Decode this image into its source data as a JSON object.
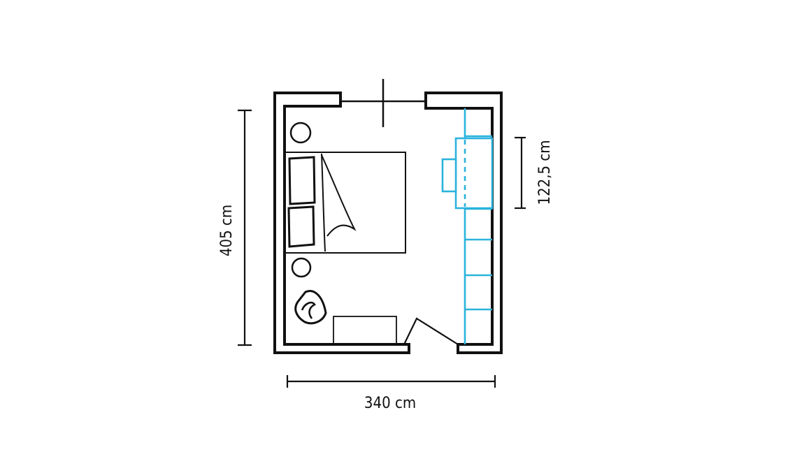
{
  "dimensions": {
    "height_label": "405 cm",
    "width_label": "340 cm",
    "wardrobe_label": "122,5 cm"
  },
  "colors": {
    "line": "#111111",
    "wardrobe": "#2bb3dd",
    "background": "#ffffff"
  }
}
